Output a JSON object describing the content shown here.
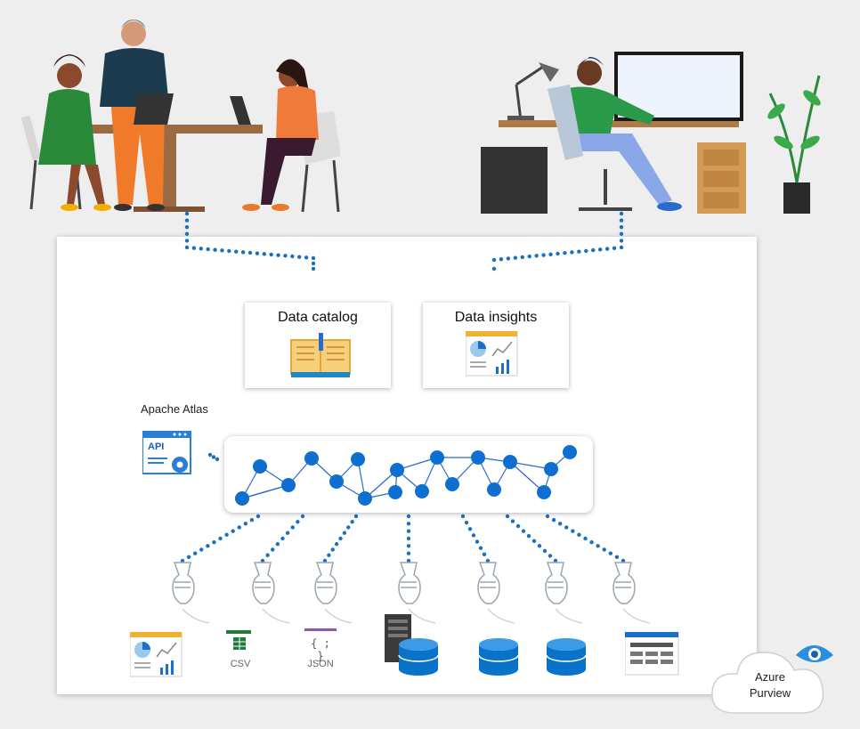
{
  "cards": {
    "catalog": {
      "title": "Data catalog"
    },
    "insights": {
      "title": "Data insights"
    }
  },
  "atlas": {
    "label": "Apache Atlas",
    "api_label": "API"
  },
  "sources": [
    {
      "kind": "report"
    },
    {
      "kind": "csv",
      "label": "CSV"
    },
    {
      "kind": "json",
      "label": "JSON",
      "glyph": "{ ; }"
    },
    {
      "kind": "server-database"
    },
    {
      "kind": "database"
    },
    {
      "kind": "database"
    },
    {
      "kind": "table"
    }
  ],
  "brand": {
    "line1": "Azure",
    "line2": "Purview"
  },
  "colors": {
    "accent": "#0a73c9",
    "dot": "#1a6fc0",
    "node": "#0f6fd0"
  }
}
